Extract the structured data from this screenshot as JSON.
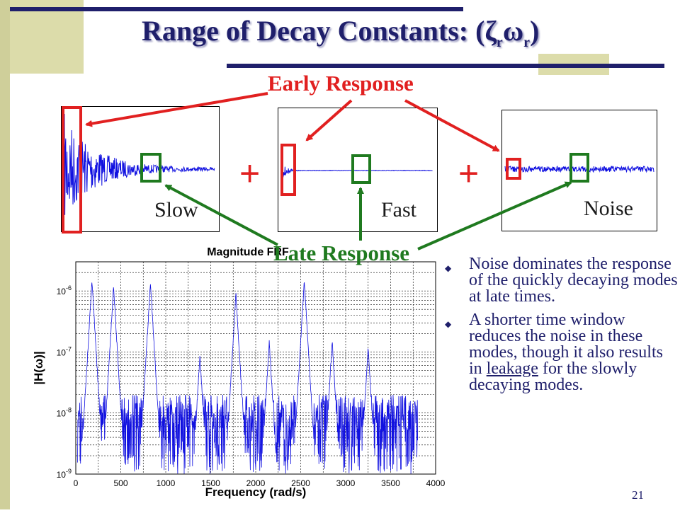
{
  "title": {
    "main": "Range of Decay Constants: (ζ",
    "sub1": "r",
    "mid": "ω",
    "sub2": "r",
    "end": ")"
  },
  "labels": {
    "early_response": "Early Response",
    "late_response": "Late Response"
  },
  "panels": {
    "slow": "Slow",
    "fast": "Fast",
    "noise": "Noise"
  },
  "plus_sign": "+",
  "bullets": [
    {
      "icon": "diamond-bullet-icon",
      "text": "Noise dominates the response of the quickly decaying modes at late times."
    },
    {
      "icon": "diamond-bullet-icon",
      "pre": "A shorter time window reduces the noise in these modes, though it also results in ",
      "underlined": "leakage",
      "post": " for the slowly decaying modes."
    }
  ],
  "page_number": "21",
  "colors": {
    "title": "#1f1f6b",
    "accent_red": "#e12020",
    "accent_green": "#1f7a1f",
    "signal_blue": "#1010e0",
    "sidebar": "#cfcf9a"
  },
  "chart_data": {
    "type": "line",
    "title": "Magnitude FRF",
    "xlabel": "Frequency (rad/s)",
    "ylabel": "|H(ω)|",
    "xlim": [
      0,
      4000
    ],
    "ylim": [
      1e-09,
      3e-06
    ],
    "yscale": "log",
    "grid": true,
    "x_ticks": [
      "0",
      "500",
      "1000",
      "1500",
      "2000",
      "2500",
      "3000",
      "3500",
      "4000"
    ],
    "y_ticks": [
      "10-9",
      "10-8",
      "10-7",
      "10-6"
    ],
    "peaks": [
      {
        "x": 180,
        "y": 1.5e-06
      },
      {
        "x": 420,
        "y": 1.2e-06
      },
      {
        "x": 830,
        "y": 1.4e-06
      },
      {
        "x": 1380,
        "y": 9e-08
      },
      {
        "x": 1780,
        "y": 9e-07
      },
      {
        "x": 2150,
        "y": 1.5e-07
      },
      {
        "x": 2540,
        "y": 1.5e-06
      },
      {
        "x": 2850,
        "y": 1.5e-07
      },
      {
        "x": 3250,
        "y": 1.2e-07
      }
    ],
    "noise_floor": [
      5e-09,
      2e-08
    ],
    "x_max_signal": 3800,
    "series": [
      {
        "color": "#1010e0"
      }
    ]
  }
}
